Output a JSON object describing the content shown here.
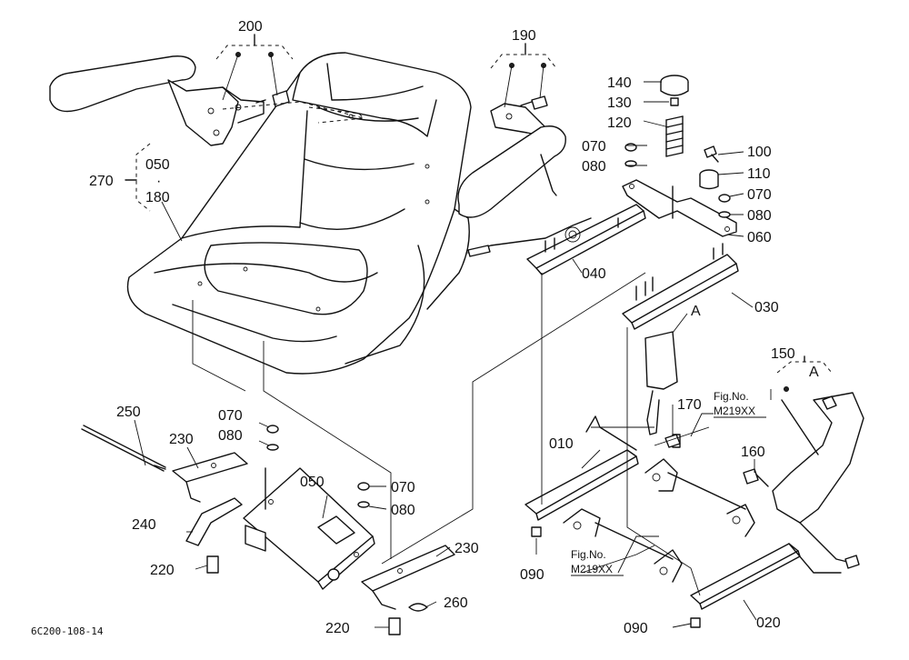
{
  "labels": {
    "l200": "200",
    "l190": "190",
    "l140": "140",
    "l130": "130",
    "l120": "120",
    "l070a": "070",
    "l080a": "080",
    "l100": "100",
    "l110": "110",
    "l070b": "070",
    "l080b": "080",
    "l060": "060",
    "l040": "040",
    "l030": "030",
    "l270": "270",
    "l050a": "050",
    "ldot": "·",
    "l180": "180",
    "lA1": "A",
    "l150": "150",
    "lA2": "A",
    "fig1a": "Fig.No.",
    "fig1b": "M219XX",
    "l170": "170",
    "l250": "250",
    "l230a": "230",
    "l070c": "070",
    "l080c": "080",
    "l050b": "050",
    "l070d": "070",
    "l080d": "080",
    "l010": "010",
    "l160": "160",
    "l240": "240",
    "l220a": "220",
    "l230b": "230",
    "l090a": "090",
    "fig2a": "Fig.No.",
    "fig2b": "M219XX",
    "l260": "260",
    "l220b": "220",
    "l090b": "090",
    "l020": "020"
  },
  "diagram_code": "6C200-108-14"
}
